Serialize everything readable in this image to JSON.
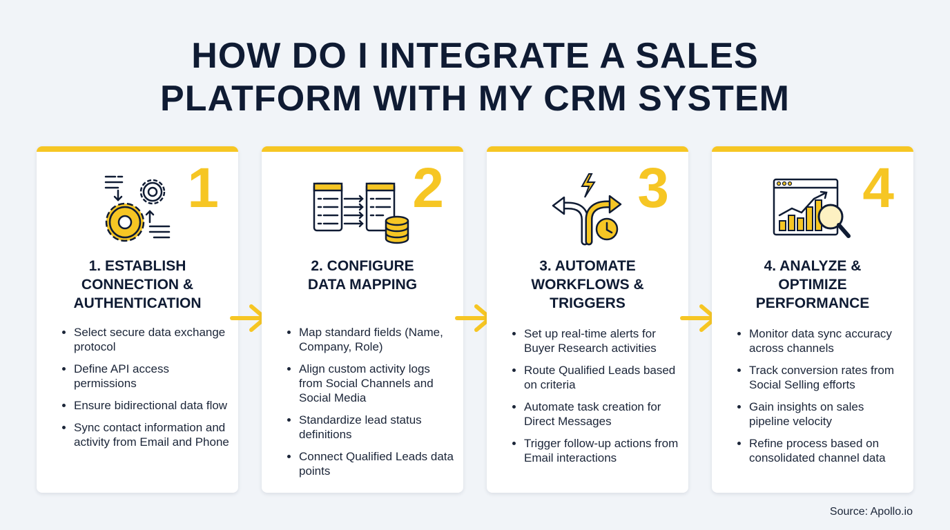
{
  "title": {
    "line1": "HOW DO I INTEGRATE A SALES",
    "line2": "PLATFORM WITH MY CRM SYSTEM"
  },
  "steps": [
    {
      "number": "1",
      "heading": [
        "1. ESTABLISH",
        "CONNECTION &",
        "AUTHENTICATION"
      ],
      "icon": "gears-sync-icon",
      "items": [
        "Select secure data exchange protocol",
        "Define API access permissions",
        "Ensure bidirectional data flow",
        "Sync contact information and activity from Email and Phone"
      ]
    },
    {
      "number": "2",
      "heading": [
        "2. CONFIGURE",
        "DATA MAPPING"
      ],
      "icon": "data-mapping-icon",
      "items": [
        "Map standard fields (Name, Company, Role)",
        "Align custom activity logs from Social Channels and Social Media",
        "Standardize lead status definitions",
        "Connect Qualified Leads data points"
      ]
    },
    {
      "number": "3",
      "heading": [
        "3. AUTOMATE",
        "WORKFLOWS &",
        "TRIGGERS"
      ],
      "icon": "workflow-trigger-icon",
      "items": [
        "Set up real-time alerts for Buyer Research activities",
        "Route Qualified Leads based on criteria",
        "Automate task creation for Direct Messages",
        "Trigger follow-up actions from Email interactions"
      ]
    },
    {
      "number": "4",
      "heading": [
        "4. ANALYZE &",
        "OPTIMIZE",
        "PERFORMANCE"
      ],
      "icon": "analytics-magnifier-icon",
      "items": [
        "Monitor data sync accuracy across channels",
        "Track conversion rates from Social Selling efforts",
        "Gain insights on sales pipeline velocity",
        "Refine process based on consolidated channel data"
      ]
    }
  ],
  "source": "Source: Apollo.io",
  "colors": {
    "accent": "#f6c624",
    "text": "#0f1b33",
    "background": "#f1f4f8",
    "card": "#ffffff"
  }
}
